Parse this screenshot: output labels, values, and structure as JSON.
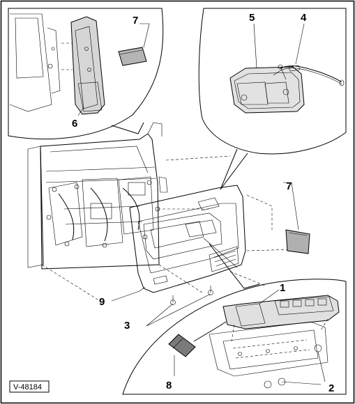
{
  "reference_code": "V-48184",
  "callouts": {
    "c1": "1",
    "c2": "2",
    "c3": "3",
    "c4": "4",
    "c5": "5",
    "c6": "6",
    "c7a": "7",
    "c7b": "7",
    "c8": "8",
    "c9": "9"
  },
  "colors": {
    "line": "#000000",
    "fill_light": "#e6e6e6",
    "fill_mid": "#bdbdbd",
    "fill_dark": "#6e6e6e",
    "background": "#ffffff"
  }
}
